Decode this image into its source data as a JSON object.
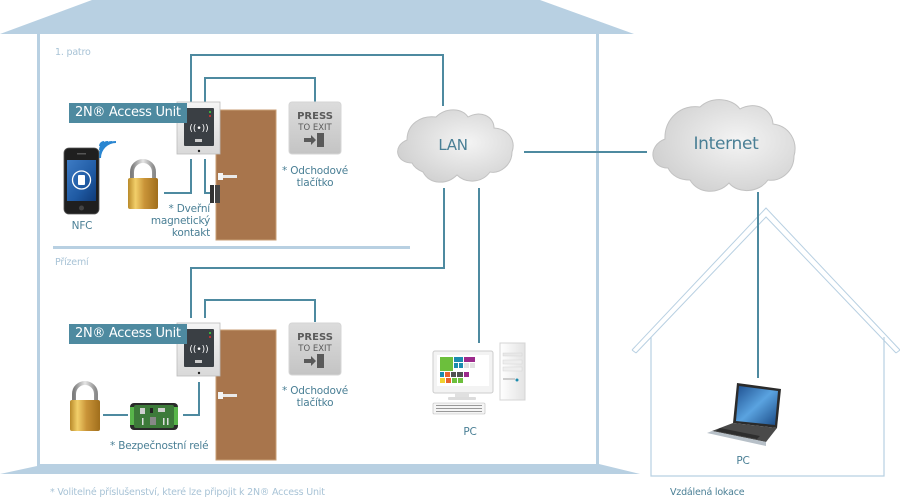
{
  "floors": {
    "upper": "1. patro",
    "ground": "Přízemí"
  },
  "upper_floor": {
    "access_unit_label": "2N® Access Unit",
    "nfc_label": "NFC",
    "door_contact_label_line1": "* Dveřní",
    "door_contact_label_line2": "magnetický",
    "door_contact_label_line3": "kontakt",
    "exit_button_label_line1": "* Odchodové",
    "exit_button_label_line2": "tlačítko",
    "exit_button_text_line1": "PRESS",
    "exit_button_text_line2": "TO EXIT"
  },
  "ground_floor": {
    "access_unit_label": "2N® Access Unit",
    "relay_label": "* Bezpečnostní relé",
    "exit_button_label_line1": "* Odchodové",
    "exit_button_label_line2": "tlačítko",
    "exit_button_text_line1": "PRESS",
    "exit_button_text_line2": "TO EXIT"
  },
  "network": {
    "lan_label": "LAN",
    "internet_label": "Internet",
    "local_pc_label": "PC",
    "remote_pc_label": "PC",
    "remote_location_label": "Vzdálená lokace"
  },
  "footnote": "* Volitelné příslušenství, které lze připojit k 2N® Access Unit",
  "colors": {
    "wire": "#4e8aa0",
    "house": "#b8d0e2",
    "label": "#4a7f95",
    "muted_label": "#a8c3d6",
    "door": "#a8754c",
    "tag_bg": "#4e8aa0"
  }
}
